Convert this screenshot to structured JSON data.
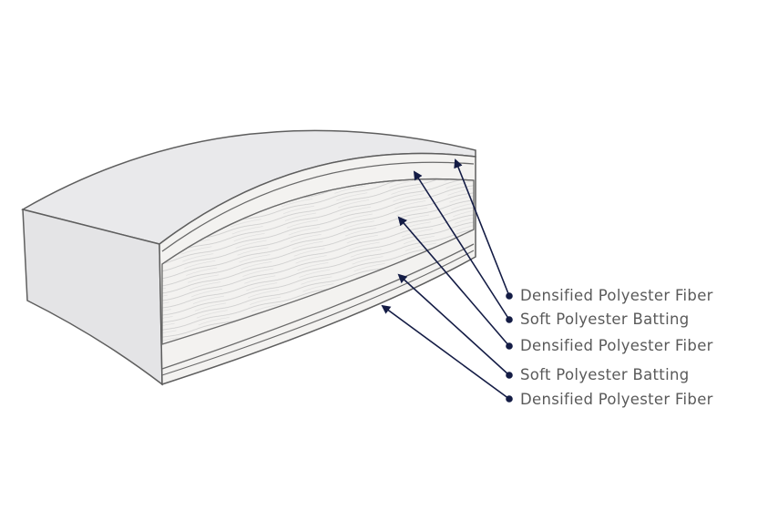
{
  "diagram": {
    "subject": "cushion-cross-section",
    "labels": [
      {
        "text": "Densified Polyester Fiber"
      },
      {
        "text": "Soft Polyester Batting"
      },
      {
        "text": "Densified Polyester Fiber"
      },
      {
        "text": "Soft Polyester Batting"
      },
      {
        "text": "Densified Polyester Fiber"
      }
    ],
    "colors": {
      "arrow": "#141c45",
      "outline": "#5e5e5e",
      "side": "#e4e4e6",
      "top": "#e9e9eb",
      "filling": "#f3f2f0",
      "text": "#5a5a5a"
    }
  }
}
